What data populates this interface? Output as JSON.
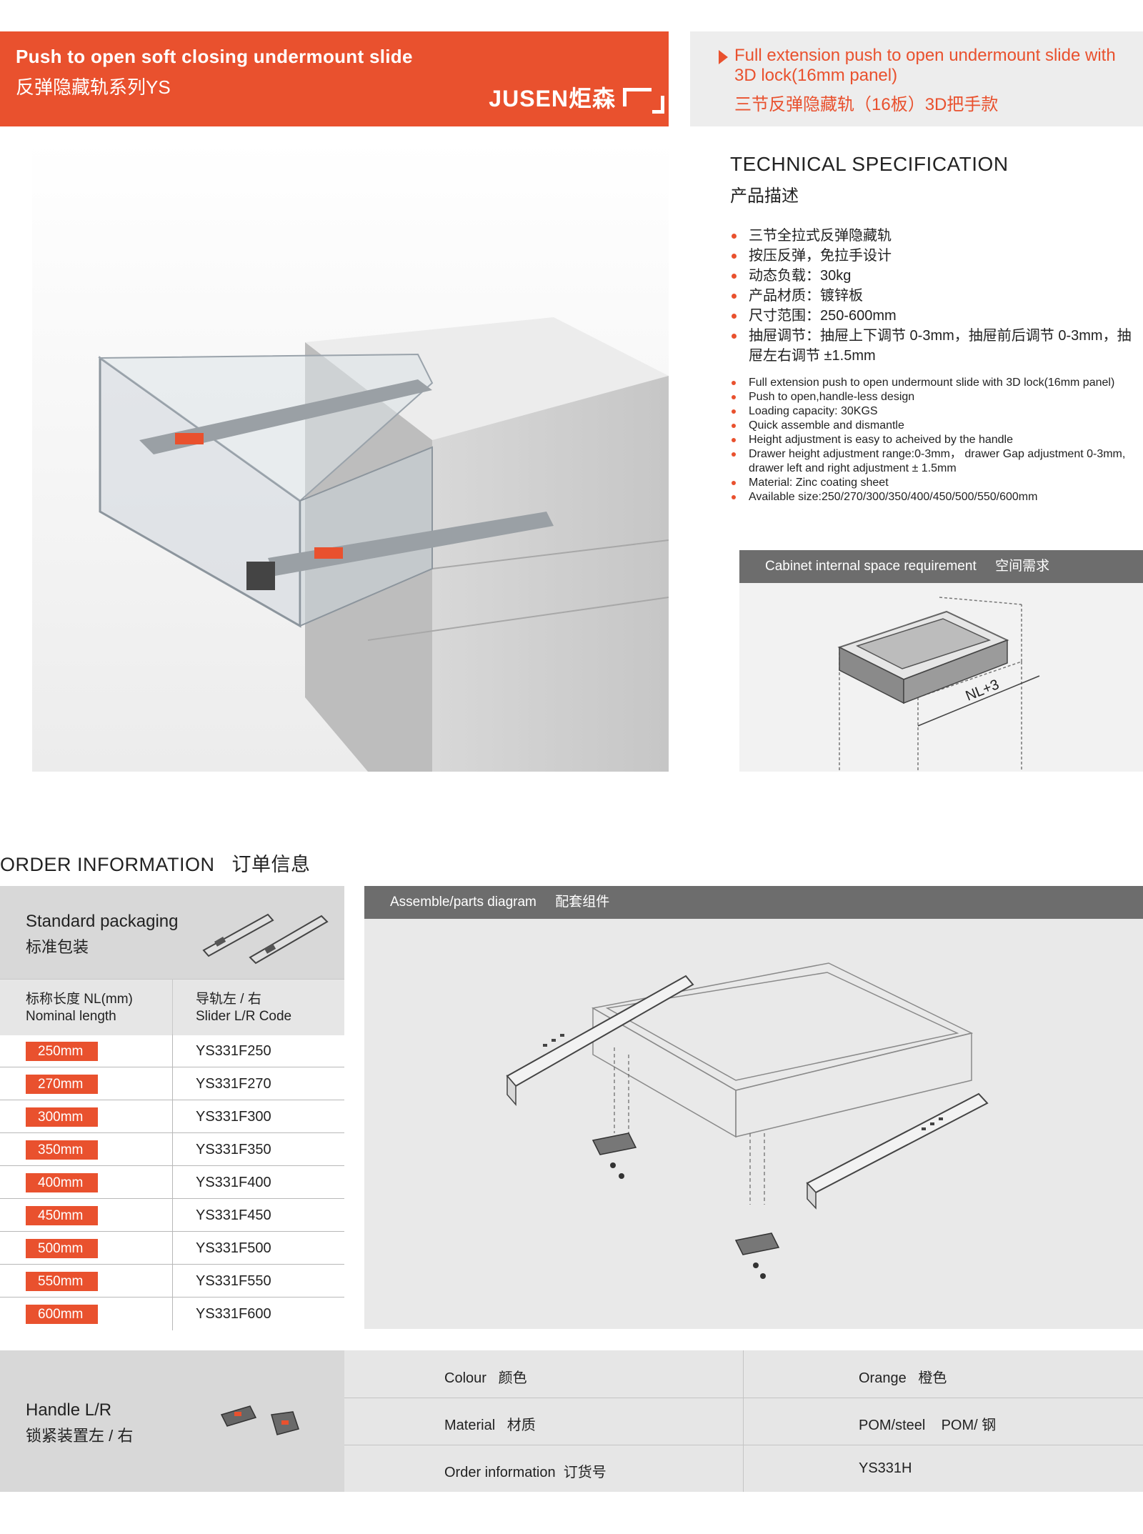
{
  "header": {
    "title_en": "Push to open soft closing undermount slide",
    "title_cn": "反弹隐藏轨系列YS",
    "brand": "JUSEN炬森",
    "product_en": "Full extension push to open undermount slide with 3D lock(16mm panel)",
    "product_cn": "三节反弹隐藏轨（16板）3D把手款"
  },
  "spec": {
    "title": "TECHNICAL SPECIFICATION",
    "subtitle": "产品描述",
    "cn_items": [
      "三节全拉式反弹隐藏轨",
      "按压反弹，免拉手设计",
      "动态负载：30kg",
      "产品材质：镀锌板",
      "尺寸范围：250-600mm",
      "抽屉调节：抽屉上下调节 0-3mm，抽屉前后调节 0-3mm，抽屉左右调节 ±1.5mm"
    ],
    "en_items": [
      "Full extension push to open undermount slide with 3D lock(16mm panel)",
      "Push to open,handle-less design",
      "Loading capacity: 30KGS",
      "Quick assemble and dismantle",
      "Height adjustment is easy to acheived by the handle",
      "Drawer height adjustment range:0-3mm， drawer Gap adjustment 0-3mm, drawer left and right adjustment ± 1.5mm",
      "Material: Zinc coating sheet",
      "Available size:250/270/300/350/400/450/500/550/600mm"
    ]
  },
  "cabinet": {
    "label": "Cabinet internal space requirement     空间需求",
    "dim_label": "NL+3"
  },
  "order": {
    "title": "ORDER INFORMATION   订单信息",
    "std_en": "Standard packaging",
    "std_cn": "标准包装",
    "col1_cn": "标称长度 NL(mm)",
    "col1_en": "Nominal length",
    "col2_cn": "导轨左 / 右",
    "col2_en": "Slider L/R Code",
    "rows": [
      {
        "len": "250mm",
        "code": "YS331F250"
      },
      {
        "len": "270mm",
        "code": "YS331F270"
      },
      {
        "len": "300mm",
        "code": "YS331F300"
      },
      {
        "len": "350mm",
        "code": "YS331F350"
      },
      {
        "len": "400mm",
        "code": "YS331F400"
      },
      {
        "len": "450mm",
        "code": "YS331F450"
      },
      {
        "len": "500mm",
        "code": "YS331F500"
      },
      {
        "len": "550mm",
        "code": "YS331F550"
      },
      {
        "len": "600mm",
        "code": "YS331F600"
      }
    ],
    "assemble_label": "Assemble/parts diagram     配套组件"
  },
  "handle": {
    "title_en": "Handle L/R",
    "title_cn": "锁紧装置左 / 右",
    "rows": [
      {
        "k": "Colour   颜色",
        "v": "Orange   橙色"
      },
      {
        "k": "Material   材质",
        "v": "POM/steel    POM/ 钢"
      },
      {
        "k": "Order information  订货号",
        "v": "YS331H"
      }
    ]
  },
  "colors": {
    "accent": "#e9512e",
    "bar_gray": "#6d6d6d",
    "panel_gray": "#d8d8d8"
  }
}
